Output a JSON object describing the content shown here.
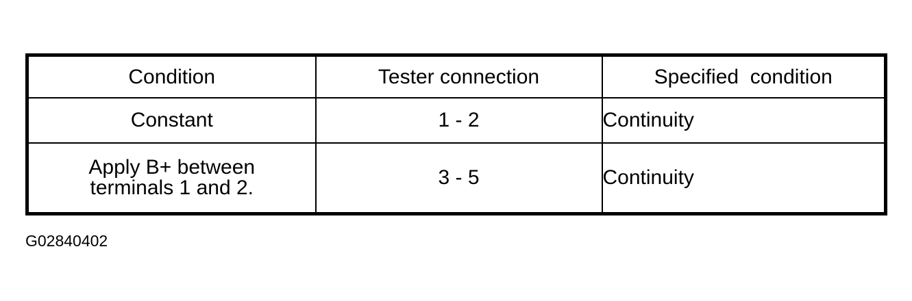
{
  "figure": {
    "caption": "G02840402"
  },
  "table": {
    "columns": [
      {
        "key": "condition",
        "header": "Condition",
        "align": "center"
      },
      {
        "key": "tester_connection",
        "header": "Tester connection",
        "align": "center"
      },
      {
        "key": "specified_condition",
        "header": "Specified  condition",
        "align": "left"
      }
    ],
    "rows": [
      {
        "condition": "Constant",
        "condition_line_1": "Constant",
        "condition_line_2": "",
        "tester_connection": "1 - 2",
        "specified_condition": "Continuity"
      },
      {
        "condition": "Apply B+ between terminals 1 and 2.",
        "condition_line_1": "Apply B+ between",
        "condition_line_2": "terminals 1 and 2.",
        "tester_connection": "3 - 5",
        "specified_condition": "Continuity"
      }
    ]
  },
  "style": {
    "border_color": "#000000",
    "text_color": "#000000",
    "background": "#ffffff"
  }
}
